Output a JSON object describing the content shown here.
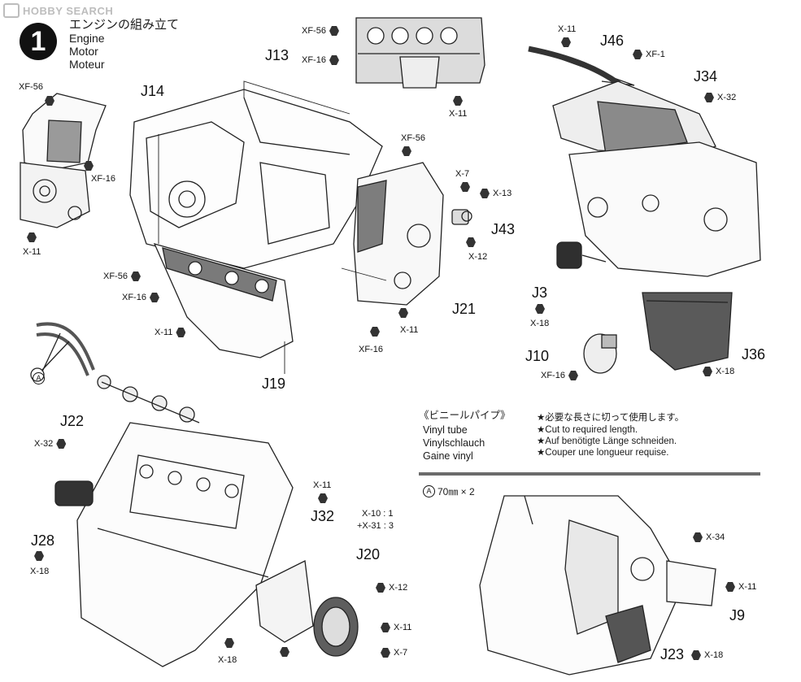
{
  "watermark": "HOBBY SEARCH",
  "step": {
    "number": "1",
    "title_jp": "エンジンの組み立て",
    "title_en": "Engine",
    "title_de": "Motor",
    "title_fr": "Moteur"
  },
  "parts": {
    "j13": "J13",
    "j14": "J14",
    "j19": "J19",
    "j21": "J21",
    "j43": "J43",
    "j46": "J46",
    "j34": "J34",
    "j3": "J3",
    "j10": "J10",
    "j36": "J36",
    "j22": "J22",
    "j28": "J28",
    "j32": "J32",
    "j20": "J20",
    "j9": "J9",
    "j23": "J23"
  },
  "hardware": {
    "xf56": "XF-56",
    "xf16": "XF-16",
    "x11": "X-11",
    "x7": "X-7",
    "x13": "X-13",
    "x12": "X-12",
    "xf1": "XF-1",
    "x32": "X-32",
    "x18": "X-18",
    "x34": "X-34",
    "mix_a": "X-10 : 1",
    "mix_b": "+X-31 : 3"
  },
  "vinyl": {
    "title_jp": "《ビニールパイプ》",
    "title_en": "Vinyl tube",
    "title_de": "Vinylschlauch",
    "title_fr": "Gaine vinyl",
    "note_jp": "★必要な長さに切って使用します。",
    "note_en": "★Cut to required length.",
    "note_de": "★Auf benötigte Länge schneiden.",
    "note_fr": "★Couper une longueur requise.",
    "marker": "A",
    "spec": "70㎜ × 2"
  }
}
